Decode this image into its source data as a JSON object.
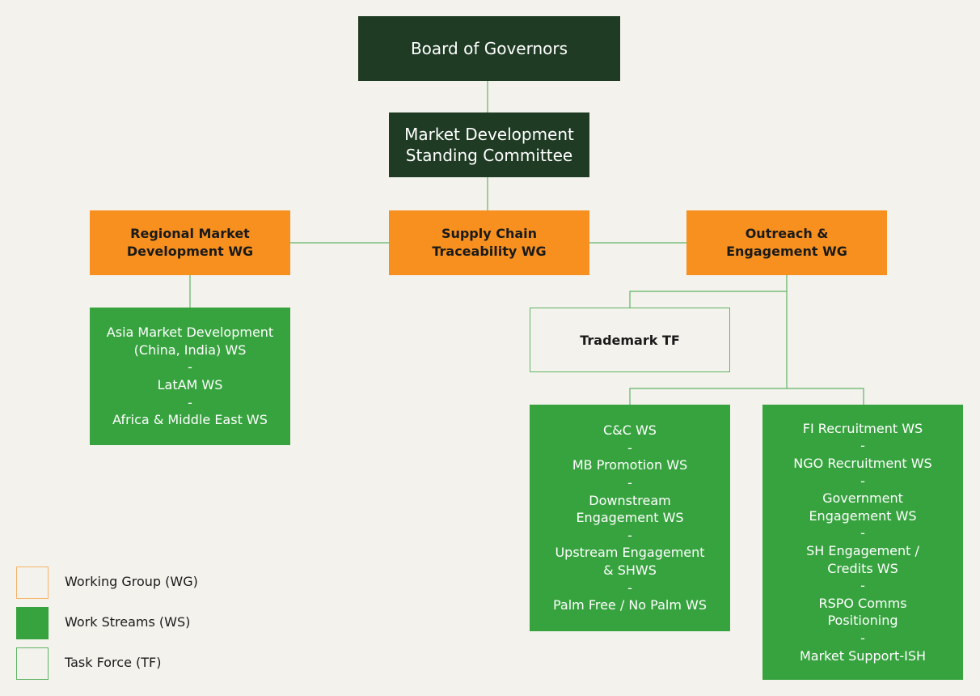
{
  "board": [
    "Board of Governors"
  ],
  "committee": [
    "Market Development",
    "Standing Committee"
  ],
  "wg_regional": [
    "Regional Market",
    "Development WG"
  ],
  "wg_supply": [
    "Supply Chain",
    "Traceability WG"
  ],
  "wg_outreach": [
    "Outreach &",
    "Engagement WG"
  ],
  "tf_trademark": "Trademark TF",
  "ws_regional": [
    "Asia Market Development",
    "(China, India) WS",
    "-",
    "LatAM WS",
    "-",
    "Africa & Middle East WS"
  ],
  "ws_cc": [
    "C&C WS",
    "-",
    "MB Promotion WS",
    "-",
    "Downstream",
    "Engagement WS",
    "-",
    "Upstream Engagement",
    "& SHWS",
    "-",
    "Palm Free / No Palm WS"
  ],
  "ws_recruit": [
    "FI Recruitment WS",
    "-",
    "NGO Recruitment WS",
    "-",
    "Government",
    "Engagement WS",
    "-",
    "SH Engagement /",
    "Credits WS",
    "-",
    "RSPO Comms",
    "Positioning",
    "-",
    "Market Support-ISH"
  ],
  "legend": [
    {
      "label": "Working Group (WG)",
      "color": "#f7901e",
      "style": "outline"
    },
    {
      "label": "Work Streams (WS)",
      "color": "#37a33f",
      "style": "filled"
    },
    {
      "label": "Task Force (TF)",
      "color": "#5fb565",
      "style": "outline"
    }
  ],
  "colors": {
    "dark": "#1f3b24",
    "working_group": "#f7901e",
    "work_stream": "#37a33f",
    "task_force_border": "#5fb565",
    "connector": "#5fb565",
    "background": "#f4f2ed"
  }
}
